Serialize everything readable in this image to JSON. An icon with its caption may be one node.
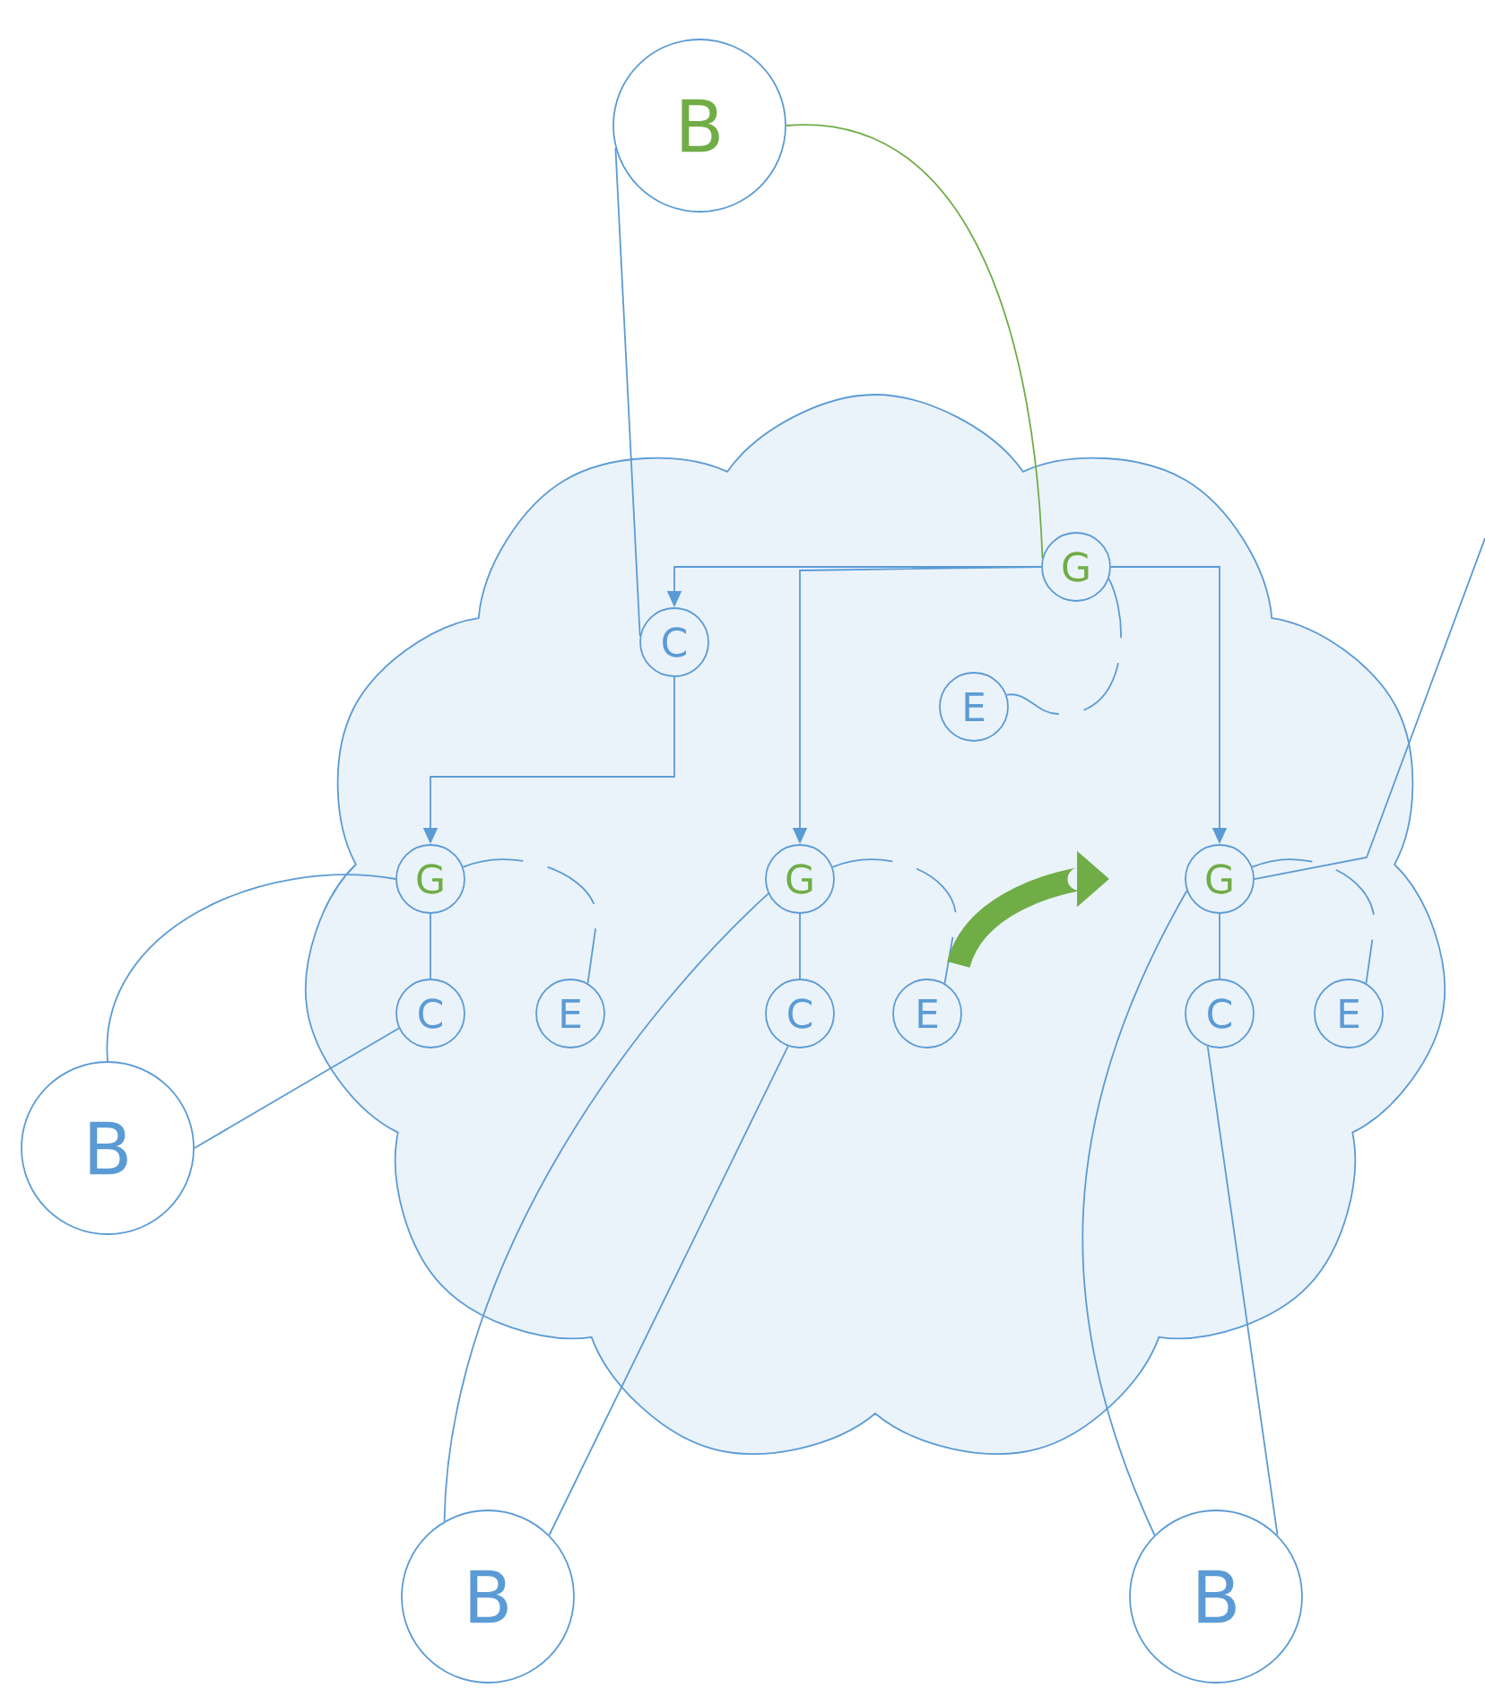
{
  "diagram": {
    "nodes": [
      {
        "text": [
          "B"
        ]
      },
      {
        "text": [],
        "shape": "cloud"
      },
      {
        "text": [
          "G"
        ],
        "in": 1
      },
      {
        "text": [
          "C"
        ],
        "in": 1
      },
      {
        "text": [
          "E"
        ],
        "in": 1
      },
      {
        "text": [
          "G"
        ],
        "in": 1
      },
      {
        "text": [
          "C"
        ],
        "in": 1
      },
      {
        "text": [
          "E"
        ],
        "in": 1
      },
      {
        "text": [
          "G"
        ],
        "in": 1
      },
      {
        "text": [
          "C"
        ],
        "in": 1
      },
      {
        "text": [
          "E"
        ],
        "in": 1
      },
      {
        "text": [
          "G"
        ],
        "in": 1
      },
      {
        "text": [
          "C"
        ],
        "in": 1
      },
      {
        "text": [
          "E"
        ],
        "in": 1
      },
      {
        "text": [
          "B"
        ]
      },
      {
        "text": [
          "B"
        ]
      },
      {
        "text": [
          "B"
        ]
      }
    ],
    "edges": [
      {
        "from": 0,
        "to": 3,
        "arrow": "none"
      },
      {
        "from": 0,
        "to": 2,
        "arrow": "none",
        "color": "#70ad47"
      },
      {
        "from": 2,
        "to": 3,
        "arrow": "to"
      },
      {
        "from": 2,
        "to": 8,
        "arrow": "to"
      },
      {
        "from": 2,
        "to": 11,
        "arrow": "to"
      },
      {
        "from": 3,
        "to": 5,
        "arrow": "to"
      },
      {
        "from": 5,
        "to": 6,
        "arrow": "none"
      },
      {
        "from": 8,
        "to": 9,
        "arrow": "none"
      },
      {
        "from": 11,
        "to": 12,
        "arrow": "none"
      },
      {
        "from": 2,
        "to": 4,
        "arrow": "none",
        "style": "dashed"
      },
      {
        "from": 5,
        "to": 7,
        "arrow": "none",
        "style": "dashed"
      },
      {
        "from": 8,
        "to": 10,
        "arrow": "none",
        "style": "dashed"
      },
      {
        "from": 11,
        "to": 13,
        "arrow": "none",
        "style": "dashed"
      },
      {
        "from": 14,
        "to": 5,
        "arrow": "none"
      },
      {
        "from": 14,
        "to": 6,
        "arrow": "none"
      },
      {
        "from": 15,
        "to": 8,
        "arrow": "none"
      },
      {
        "from": 15,
        "to": 9,
        "arrow": "none"
      },
      {
        "from": 16,
        "to": 11,
        "arrow": "none"
      },
      {
        "from": 16,
        "to": 12,
        "arrow": "none"
      },
      {
        "from": 11,
        "to": null,
        "arrow": "none"
      },
      {
        "from": 10,
        "to": 11,
        "arrow": "to",
        "style": "thick",
        "color": "#70ad47"
      }
    ]
  }
}
